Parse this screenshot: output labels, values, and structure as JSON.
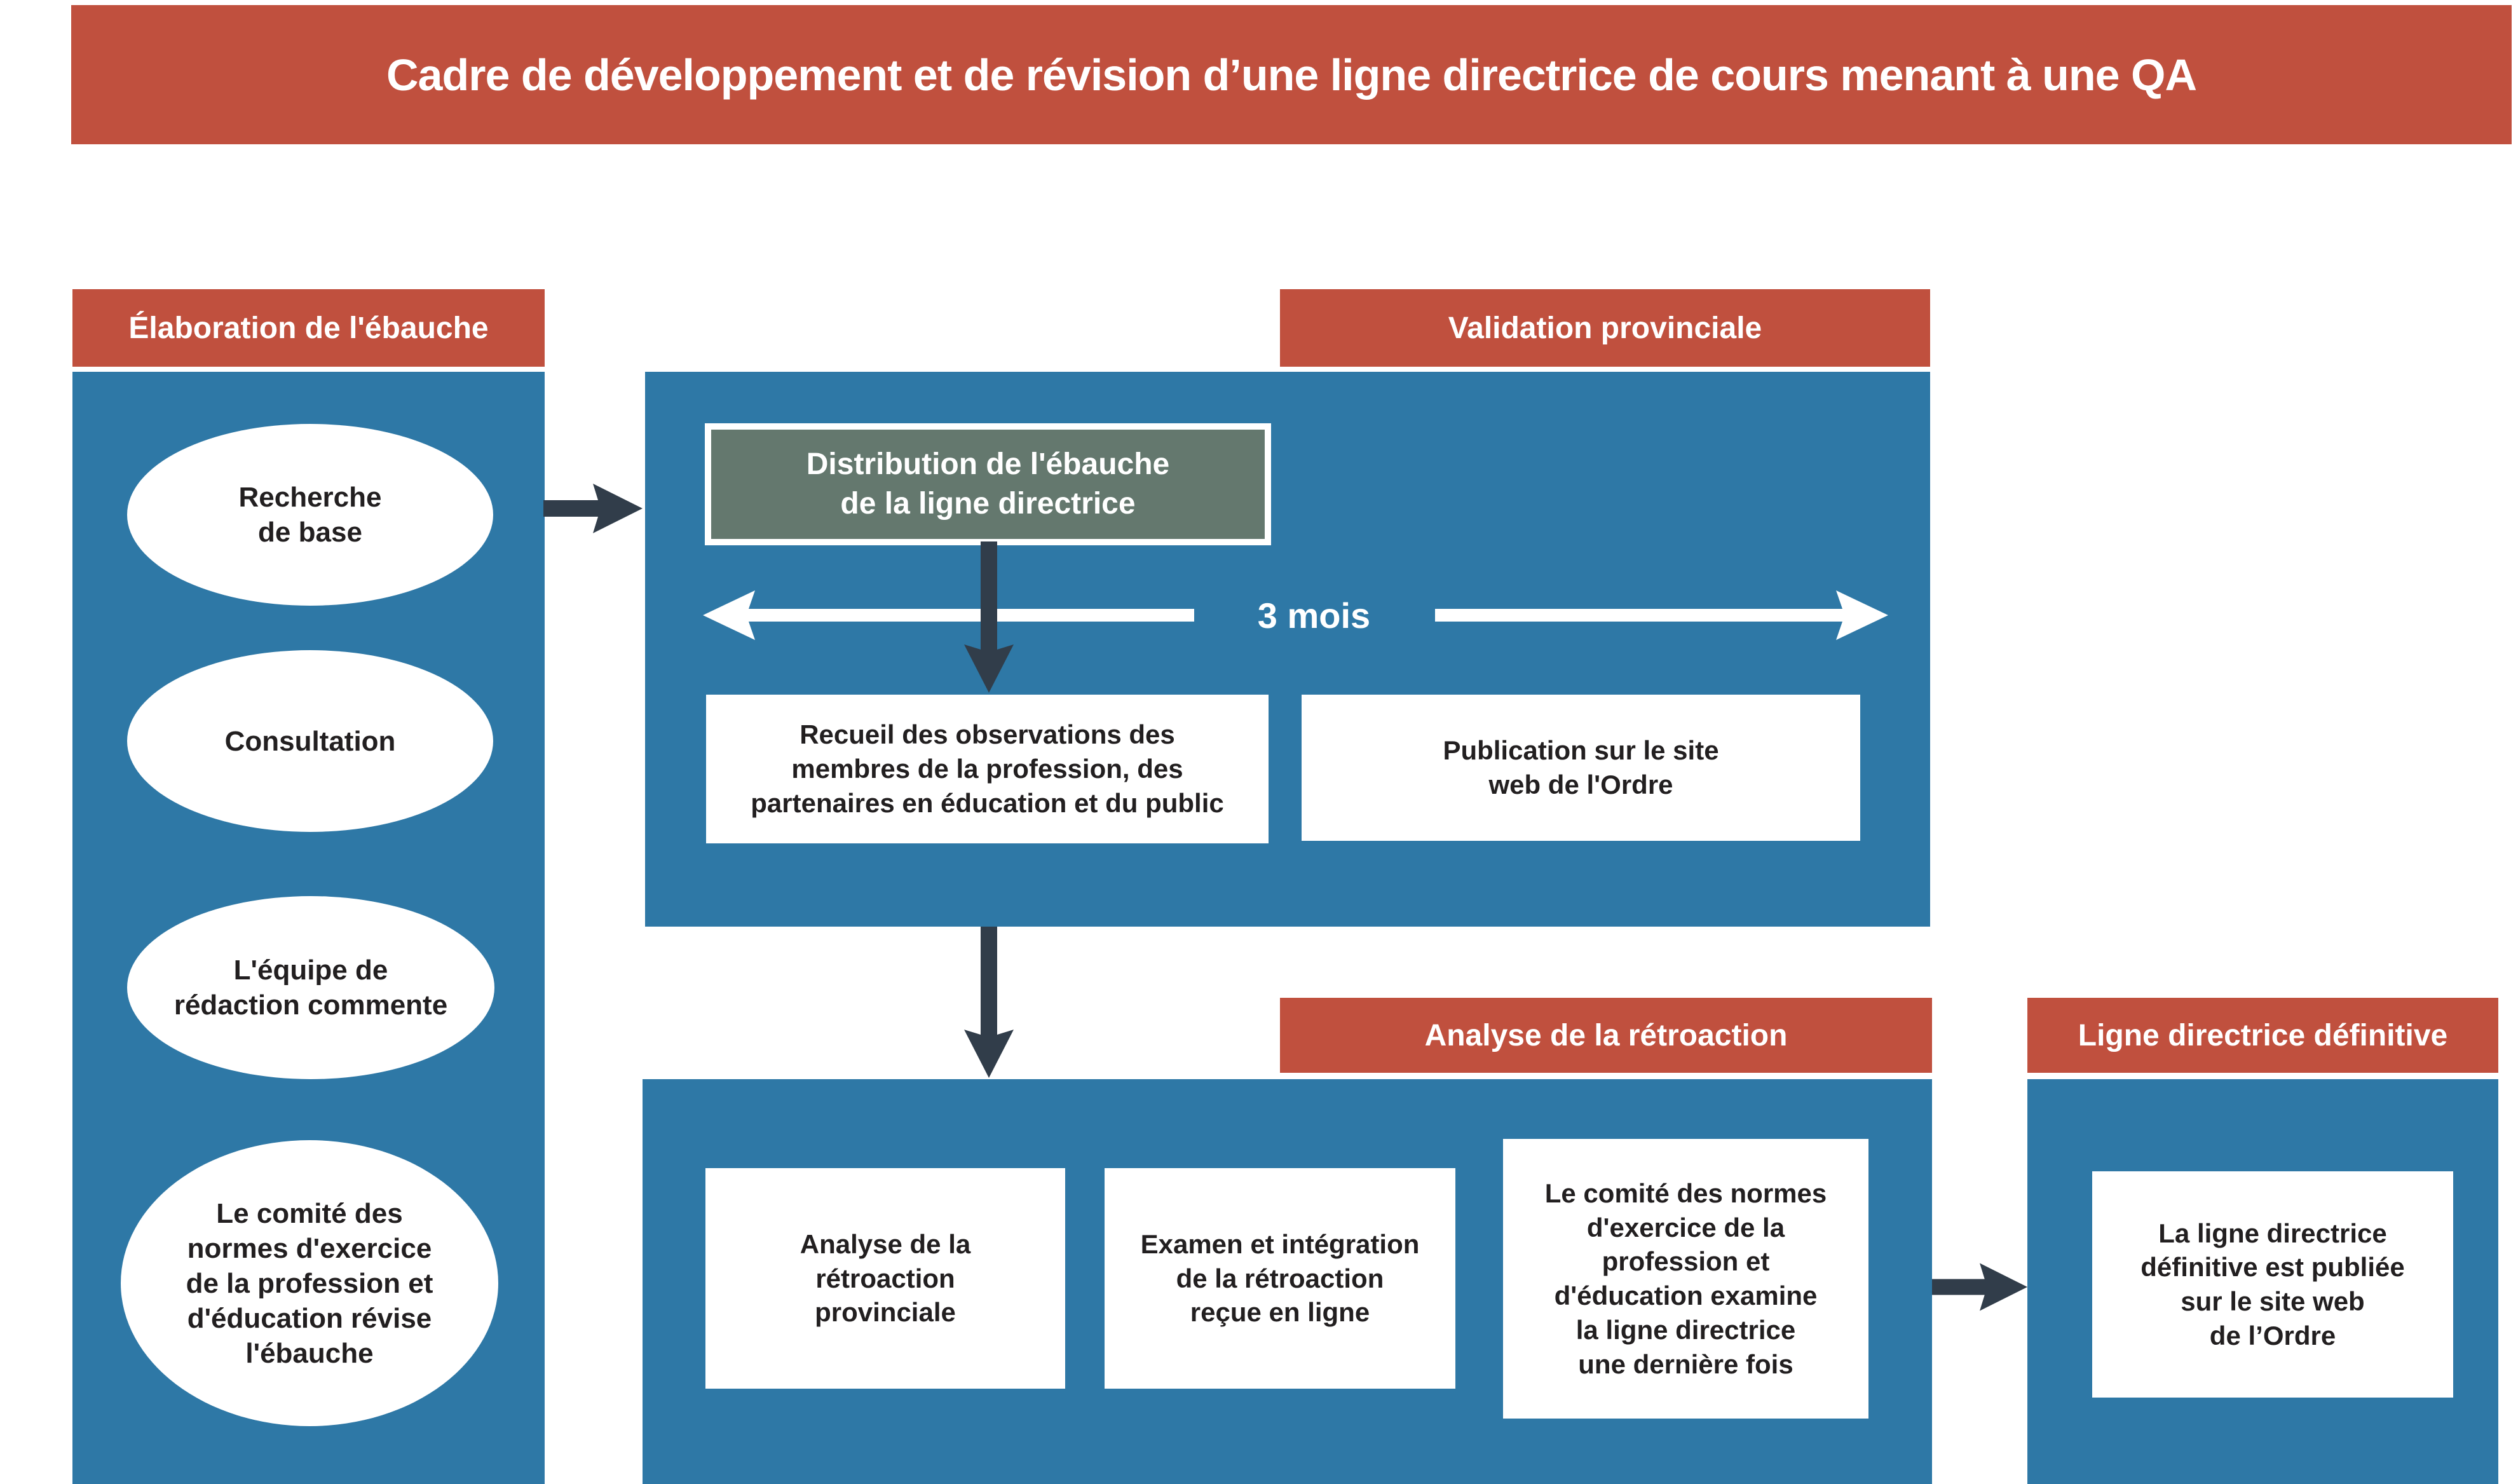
{
  "title": "Cadre de développement et de révision d’une ligne directrice de cours menant à une QA",
  "colors": {
    "red": "#c0503e",
    "blue": "#2e78a6",
    "green": "#64786e",
    "dark_arrow": "#313d4a",
    "text": "#221f20",
    "white": "#ffffff"
  },
  "draft": {
    "header": "Élaboration de l'ébauche",
    "steps": [
      "Recherche\nde base",
      "Consultation",
      "L'équipe de\nrédaction commente",
      "Le comité des\nnormes d'exercice\nde la profession et\nd'éducation révise\nl'ébauche"
    ]
  },
  "validation": {
    "header": "Validation provinciale",
    "distribution": "Distribution de l'ébauche\nde la ligne directrice",
    "duration": "3 mois",
    "boxes": [
      "Recueil des observations des\nmembres de la profession, des\npartenaires en éducation et du public",
      "Publication sur le site\nweb de l'Ordre"
    ]
  },
  "analysis": {
    "header": "Analyse de la rétroaction",
    "boxes": [
      "Analyse de la\nrétroaction\nprovinciale",
      "Examen et intégration\nde la rétroaction\nreçue en ligne",
      "Le comité des normes\nd'exercice de la\nprofession et\nd'éducation examine\nla ligne directrice\nune dernière fois"
    ]
  },
  "final": {
    "header": "Ligne directrice définitive",
    "box": "La ligne directrice\ndéfinitive est publiée\nsur le site web\nde l’Ordre"
  }
}
